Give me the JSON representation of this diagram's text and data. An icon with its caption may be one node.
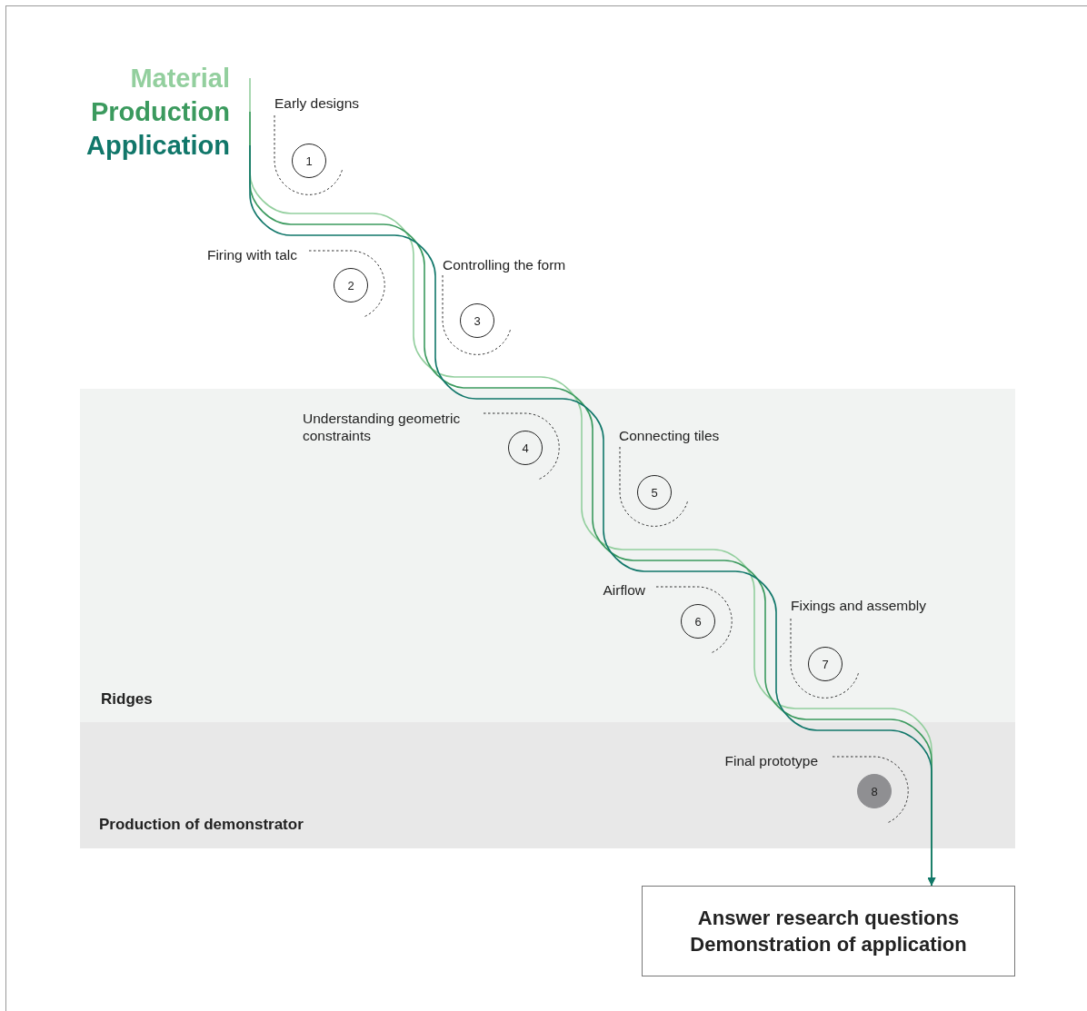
{
  "diagram": {
    "nodes": [
      {
        "text": [
          "Ridges"
        ]
      },
      {
        "text": [
          "Production of demonstrator"
        ]
      },
      {
        "text": [
          "Material"
        ]
      },
      {
        "text": [
          "Production"
        ]
      },
      {
        "text": [
          "Application"
        ]
      },
      {
        "text": [
          "1"
        ],
        "beside": [
          "Early designs"
        ]
      },
      {
        "text": [
          "2"
        ],
        "beside": [
          "Firing with talc"
        ]
      },
      {
        "text": [
          "3"
        ],
        "beside": [
          "Controlling the form"
        ]
      },
      {
        "text": [
          "4"
        ],
        "beside": [
          "Understanding geometric constraints"
        ],
        "in": 0
      },
      {
        "text": [
          "5"
        ],
        "beside": [
          "Connecting tiles"
        ],
        "in": 0
      },
      {
        "text": [
          "6"
        ],
        "beside": [
          "Airflow"
        ],
        "in": 0
      },
      {
        "text": [
          "7"
        ],
        "beside": [
          "Fixings and assembly"
        ],
        "in": 0
      },
      {
        "text": [
          "8"
        ],
        "beside": [
          "Final prototype"
        ],
        "in": 1
      },
      {
        "text": [
          "Answer research questions",
          "Demonstration of application"
        ]
      }
    ],
    "edges": [
      {
        "from": 2,
        "to": 13,
        "arrow": "to",
        "color": "#93cf9e"
      },
      {
        "from": 3,
        "to": 13,
        "arrow": "to",
        "color": "#3b9a5e"
      },
      {
        "from": 4,
        "to": 13,
        "arrow": "to",
        "color": "#11776a"
      }
    ]
  }
}
